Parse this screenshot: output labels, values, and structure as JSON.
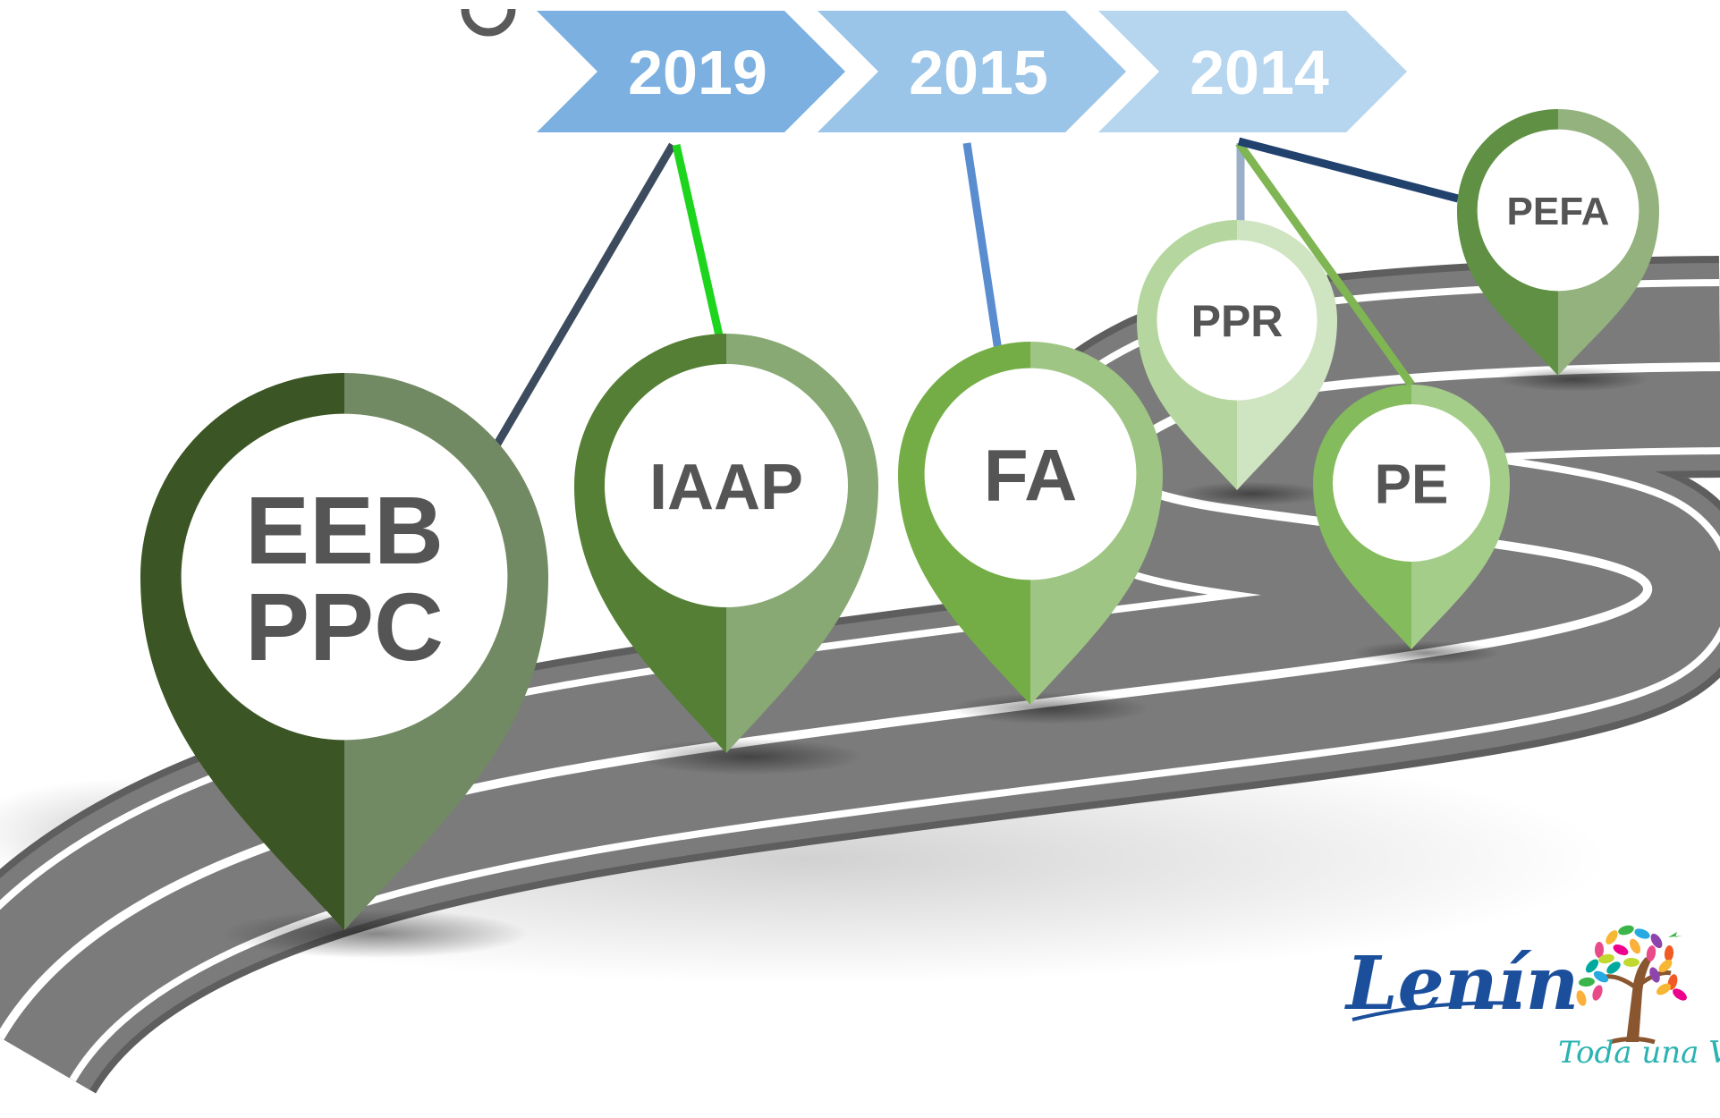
{
  "timeline": {
    "years": [
      {
        "label": "2019",
        "color": "#7cb0e0"
      },
      {
        "label": "2015",
        "color": "#9ac4e8"
      },
      {
        "label": "2014",
        "color": "#b6d5ef"
      }
    ]
  },
  "pins": [
    {
      "label_lines": [
        "EEB",
        "PPC"
      ],
      "year": "2019",
      "color_dark": "#3b5524",
      "color_light": "#728a64",
      "connector_color": "#3d4b5e"
    },
    {
      "label_lines": [
        "IAAP"
      ],
      "year": "2019",
      "color_dark": "#557f35",
      "color_light": "#88a874",
      "connector_color": "#1ed51e"
    },
    {
      "label_lines": [
        "FA"
      ],
      "year": "2015",
      "color_dark": "#74ad46",
      "color_light": "#9ec583",
      "connector_color": "#5a8cd0"
    },
    {
      "label_lines": [
        "PPR"
      ],
      "year": "2014",
      "color_dark": "#b5d69e",
      "color_light": "#cfe4c1",
      "connector_color": "#9aaec8"
    },
    {
      "label_lines": [
        "PE"
      ],
      "year": "2014",
      "color_dark": "#84bb5c",
      "color_light": "#a5cd8a",
      "connector_color": "#7fb553"
    },
    {
      "label_lines": [
        "PEFA"
      ],
      "year": "2014",
      "color_dark": "#5f9043",
      "color_light": "#93b27d",
      "connector_color": "#22426e"
    }
  ],
  "logos": {
    "signature": "Lenín",
    "tagline": "Toda una Vida"
  },
  "colors": {
    "road": "#7b7b7b",
    "road_edge": "#5e5e5e",
    "road_lines": "#ffffff",
    "signature": "#1b4f9c",
    "tagline": "#2bb3b1",
    "tree_trunk": "#8a5630"
  }
}
